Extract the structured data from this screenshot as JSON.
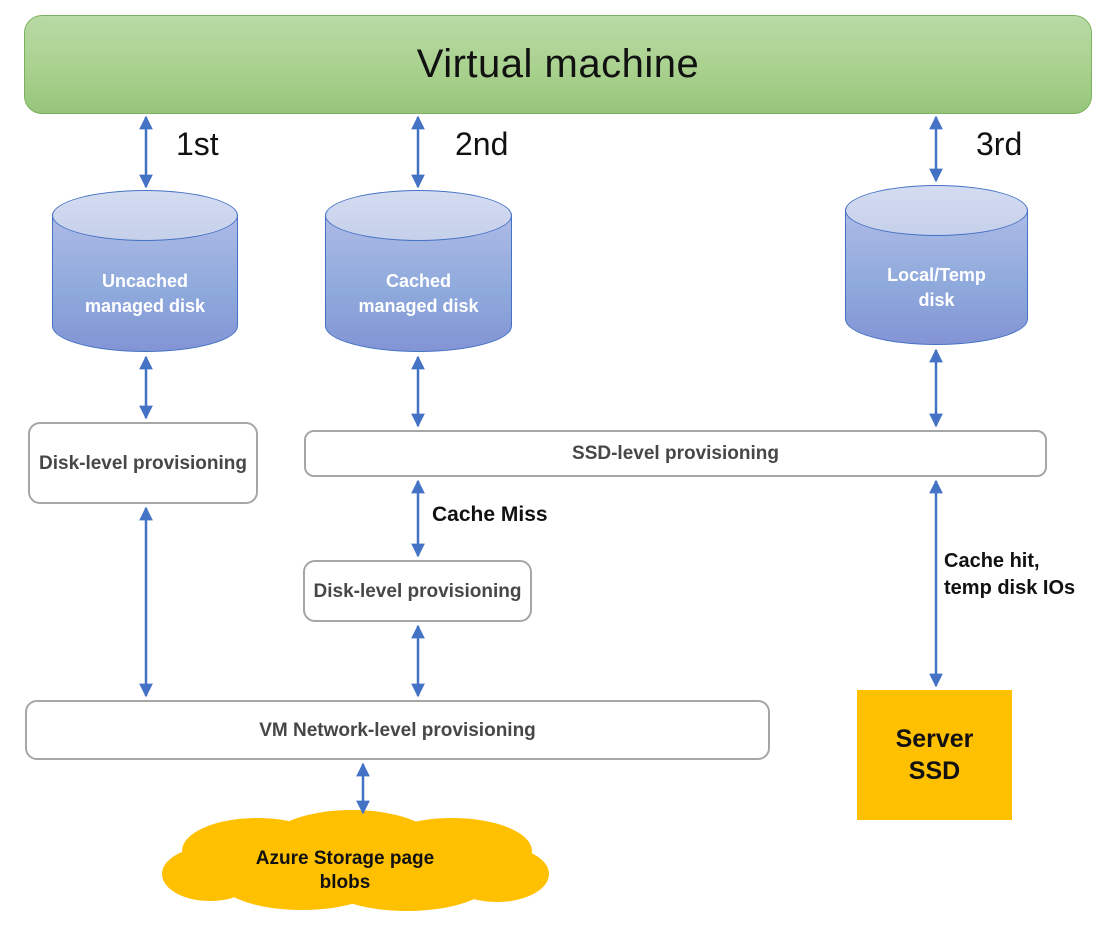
{
  "title": "Virtual machine",
  "order_labels": {
    "first": "1st",
    "second": "2nd",
    "third": "3rd"
  },
  "disks": {
    "uncached": "Uncached managed disk",
    "cached": "Cached managed disk",
    "local": "Local/Temp disk"
  },
  "provisioning": {
    "disk_level_left": "Disk-level provisioning",
    "ssd_level": "SSD-level provisioning",
    "disk_level_middle": "Disk-level provisioning",
    "vm_network_level": "VM Network-level provisioning"
  },
  "annotations": {
    "cache_miss": "Cache Miss",
    "cache_hit": "Cache hit,\ntemp disk IOs"
  },
  "server_ssd_label": "Server SSD",
  "cloud_label": "Azure Storage page blobs",
  "colors": {
    "vm_green": "#A9D18E",
    "disk_blue": "#8FAADC",
    "arrow_blue": "#4472C4",
    "orange": "#FFC000",
    "box_border_gray": "#A6A6A6"
  }
}
